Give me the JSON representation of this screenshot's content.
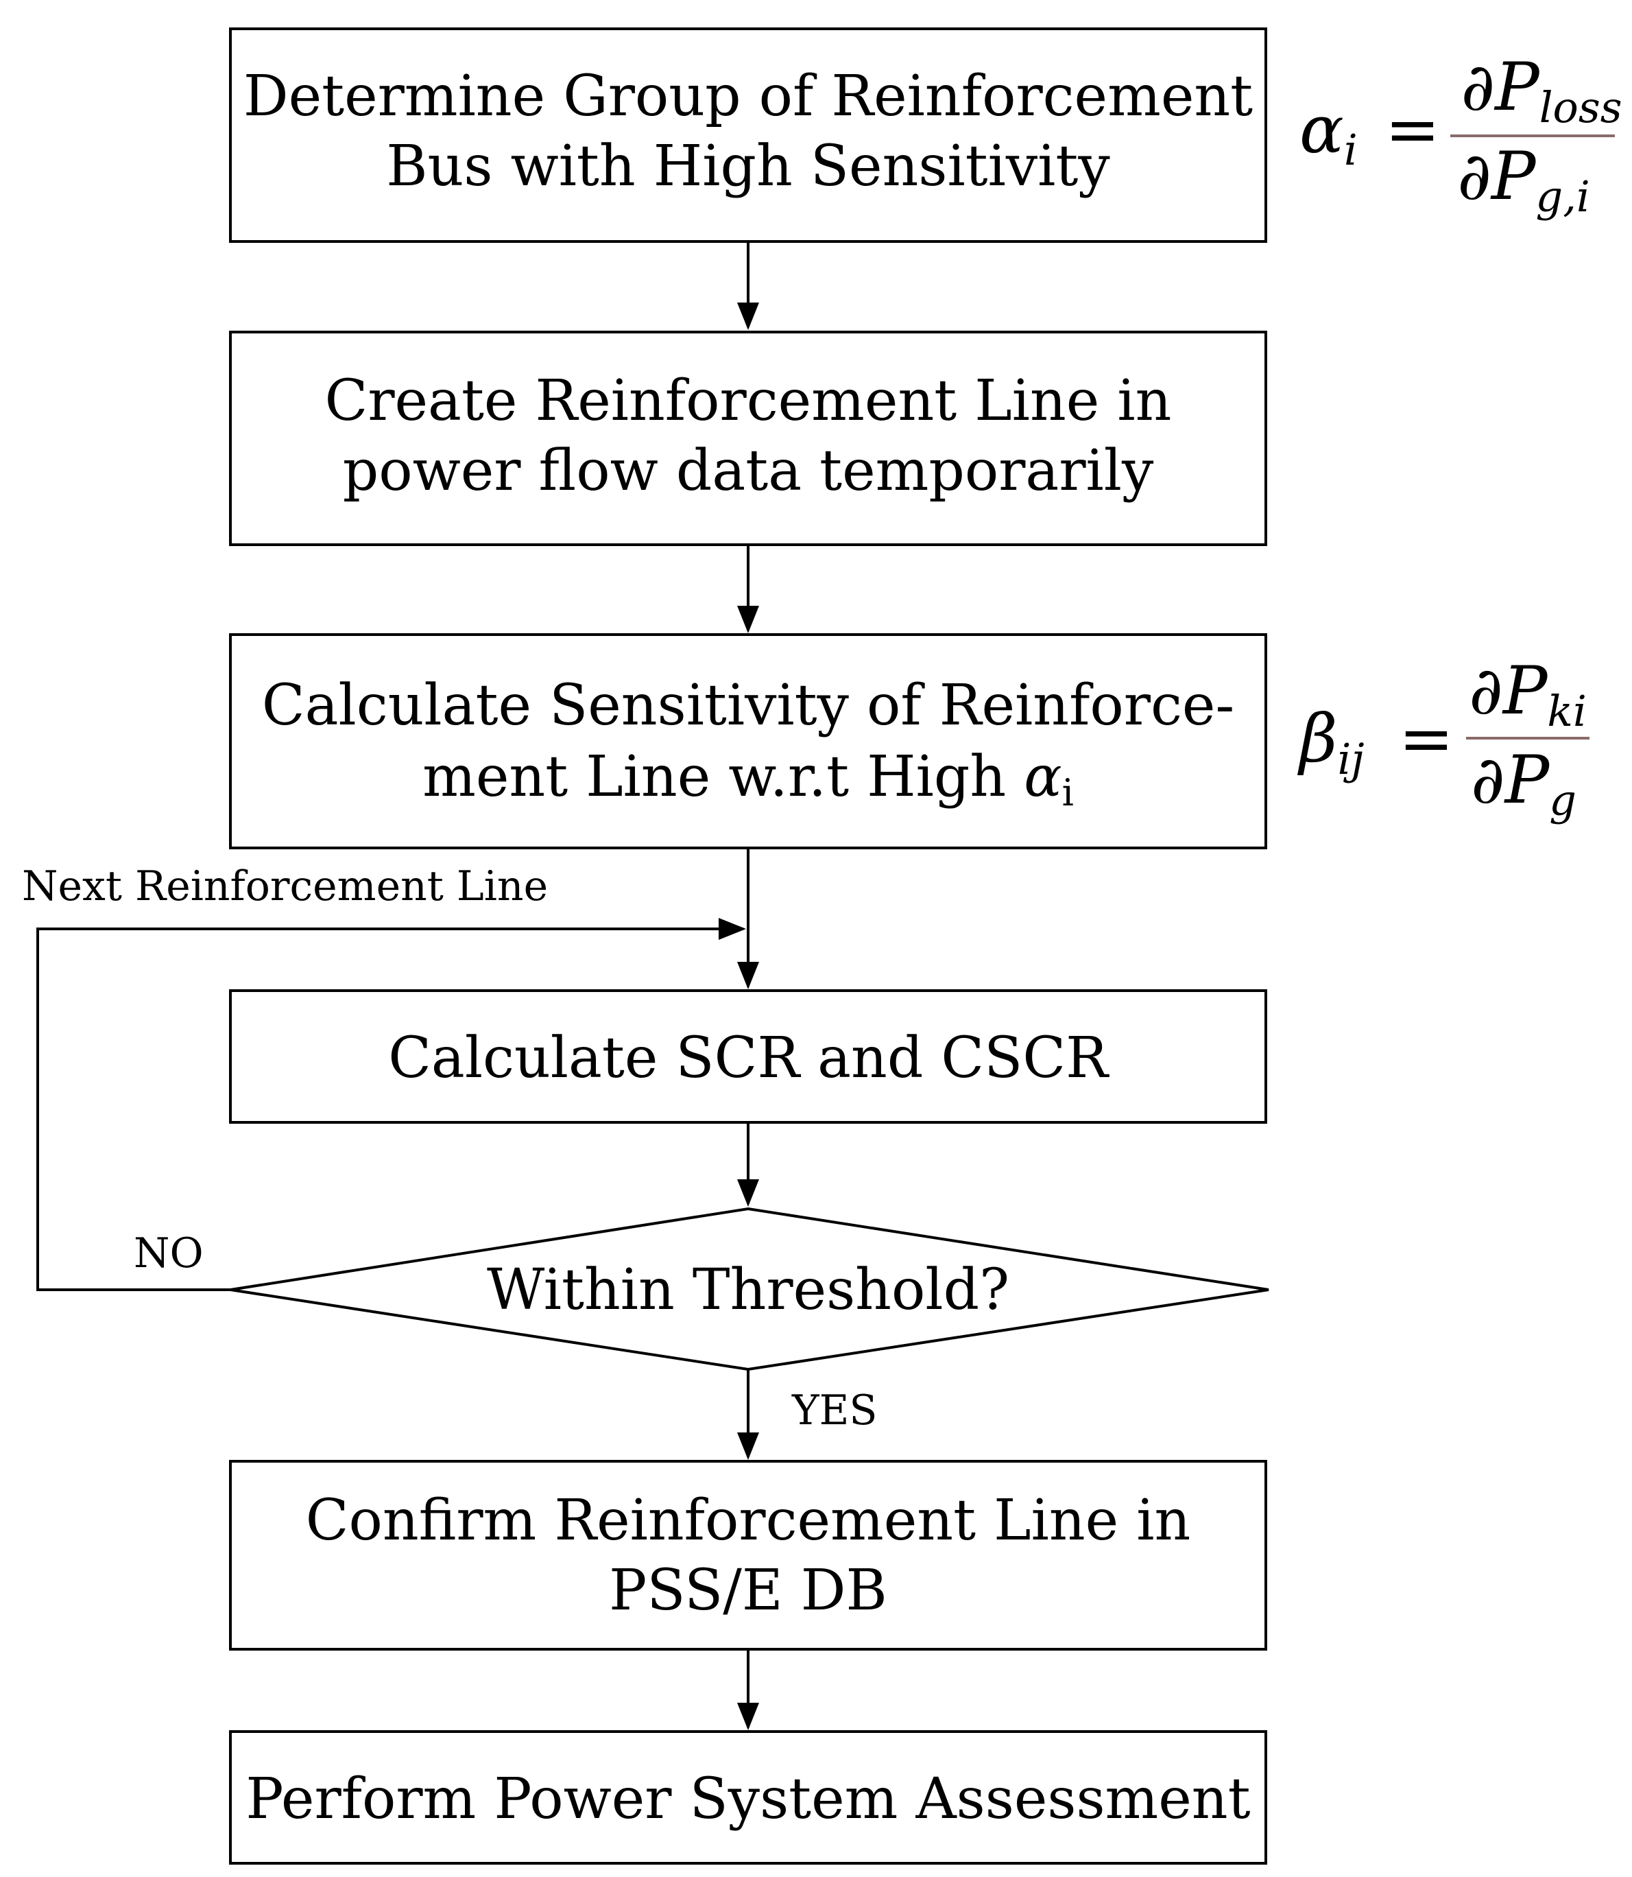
{
  "steps": {
    "s1": {
      "line1": "Determine Group of Reinforcement",
      "line2": "Bus with High Sensitivity"
    },
    "s2": {
      "line1": "Create Reinforcement Line in",
      "line2": "power flow data temporarily"
    },
    "s3": {
      "line1": "Calculate Sensitivity of Reinforce-",
      "line2a": "ment Line w.r.t High ",
      "line2_sym": "α",
      "line2_sub": "i"
    },
    "s4": {
      "line1": "Calculate SCR and CSCR"
    },
    "decision": {
      "label": "Within Threshold?"
    },
    "s5": {
      "line1": "Confirm Reinforcement Line in",
      "line2": "PSS/E DB"
    },
    "s6": {
      "line1": "Perform Power System Assessment"
    }
  },
  "edges": {
    "loop_label": "Next Reinforcement Line",
    "no_label": "NO",
    "yes_label": "YES"
  },
  "formulas": {
    "alpha": {
      "lhs": "α",
      "lhs_sub": "i",
      "eq": "=",
      "num_partial": "∂",
      "num_var": "P",
      "num_sub": "loss",
      "den_partial": "∂",
      "den_var": "P",
      "den_sub": "g,i"
    },
    "beta": {
      "lhs": "β",
      "lhs_sub": "ij",
      "eq": "=",
      "num_partial": "∂",
      "num_var": "P",
      "num_sub": "ki",
      "den_partial": "∂",
      "den_var": "P",
      "den_sub": "g"
    }
  },
  "colors": {
    "stroke": "#000000",
    "fraction_bar": "#8a6a6a",
    "background": "#ffffff"
  }
}
